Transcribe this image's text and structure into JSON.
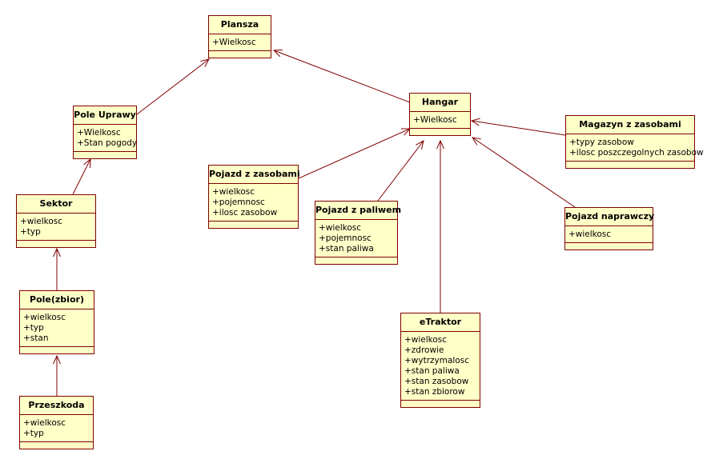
{
  "diagram": {
    "classes": [
      {
        "id": "plansza",
        "name": "Plansza",
        "attributes": [
          "+Wielkosc"
        ]
      },
      {
        "id": "pole-uprawy",
        "name": "Pole Uprawy",
        "attributes": [
          "+Wielkosc",
          "+Stan pogody"
        ]
      },
      {
        "id": "sektor",
        "name": "Sektor",
        "attributes": [
          "+wielkosc",
          "+typ"
        ]
      },
      {
        "id": "pole-zbior",
        "name": "Pole(zbior)",
        "attributes": [
          "+wielkosc",
          "+typ",
          "+stan"
        ]
      },
      {
        "id": "przeszkoda",
        "name": "Przeszkoda",
        "attributes": [
          "+wielkosc",
          "+typ"
        ]
      },
      {
        "id": "hangar",
        "name": "Hangar",
        "attributes": [
          "+Wielkosc"
        ]
      },
      {
        "id": "magazyn",
        "name": "Magazyn z zasobami",
        "attributes": [
          "+typy zasobow",
          "+ilosc poszczegolnych zasobow"
        ]
      },
      {
        "id": "pojazd-zasoby",
        "name": "Pojazd z zasobami",
        "attributes": [
          "+wielkosc",
          "+pojemnosc",
          "+ilosc zasobow"
        ]
      },
      {
        "id": "pojazd-paliwo",
        "name": "Pojazd z paliwem",
        "attributes": [
          "+wielkosc",
          "+pojemnosc",
          "+stan paliwa"
        ]
      },
      {
        "id": "pojazd-naprawczy",
        "name": "Pojazd naprawczy",
        "attributes": [
          "+wielkosc"
        ]
      },
      {
        "id": "etraktor",
        "name": "eTraktor",
        "attributes": [
          "+wielkosc",
          "+zdrowie",
          "+wytrzymalosc",
          "+stan paliwa",
          "+stan zasobow",
          "+stan zbiorow"
        ]
      }
    ],
    "associations": [
      {
        "from": "pole-uprawy",
        "to": "plansza"
      },
      {
        "from": "hangar",
        "to": "plansza"
      },
      {
        "from": "sektor",
        "to": "pole-uprawy"
      },
      {
        "from": "pole-zbior",
        "to": "sektor"
      },
      {
        "from": "przeszkoda",
        "to": "pole-zbior"
      },
      {
        "from": "magazyn",
        "to": "hangar"
      },
      {
        "from": "pojazd-zasoby",
        "to": "hangar"
      },
      {
        "from": "pojazd-paliwo",
        "to": "hangar"
      },
      {
        "from": "etraktor",
        "to": "hangar"
      },
      {
        "from": "pojazd-naprawczy",
        "to": "hangar"
      }
    ],
    "colors": {
      "fill": "#ffffc8",
      "stroke": "#800000"
    }
  }
}
